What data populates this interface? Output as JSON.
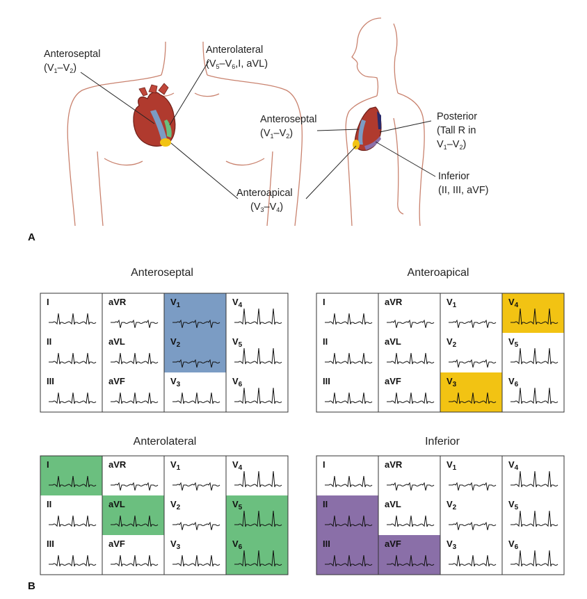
{
  "panels": {
    "a": "A",
    "b": "B"
  },
  "anatomy": {
    "front": {
      "anteroseptal": {
        "name": "Anteroseptal",
        "leads": "(V1–V2)"
      },
      "anterolateral": {
        "name": "Anterolateral",
        "leads": "(V5–V6,I, aVL)"
      },
      "anteroapical": {
        "name": "Anteroapical",
        "leads": "(V3–V4)"
      }
    },
    "side": {
      "anteroseptal": {
        "name": "Anteroseptal",
        "leads": "(V1–V2)"
      },
      "posterior": {
        "name": "Posterior",
        "line2": "(Tall R in",
        "line3": "V1–V2)"
      },
      "inferior": {
        "name": "Inferior",
        "leads": "(II, III, aVF)"
      }
    }
  },
  "colors": {
    "anteroseptal": "#7b9cc4",
    "anteroapical": "#f2c313",
    "anterolateral": "#6bbf7f",
    "inferior": "#8a6fa8",
    "heart": "#b03a2e",
    "skin_outline": "#c9826e"
  },
  "grids": [
    {
      "title": "Anteroseptal",
      "highlight_color": "#7b9cc4",
      "highlighted": [
        "V1",
        "V2"
      ]
    },
    {
      "title": "Anteroapical",
      "highlight_color": "#f2c313",
      "highlighted": [
        "V3",
        "V4"
      ]
    },
    {
      "title": "Anterolateral",
      "highlight_color": "#6bbf7f",
      "highlighted": [
        "I",
        "aVL",
        "V5",
        "V6"
      ]
    },
    {
      "title": "Inferior",
      "highlight_color": "#8a6fa8",
      "highlighted": [
        "II",
        "III",
        "aVF"
      ]
    }
  ],
  "lead_layout": [
    [
      "I",
      "aVR",
      "V1",
      "V4"
    ],
    [
      "II",
      "aVL",
      "V2",
      "V5"
    ],
    [
      "III",
      "aVF",
      "V3",
      "V6"
    ]
  ]
}
